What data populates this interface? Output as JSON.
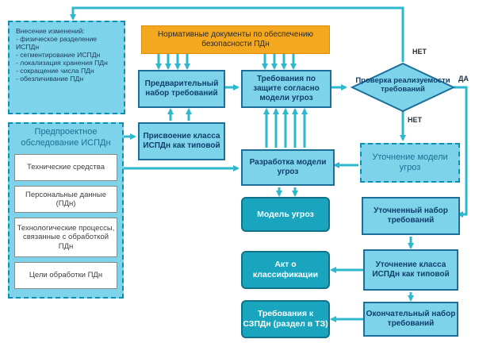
{
  "changes": {
    "title": "Внесение изменений:",
    "items": [
      "- физическое разделение ИСПДн",
      "- сегментирование ИСПДн",
      "- локализация хранения ПДн",
      "- сокращение числа ПДн",
      "- обезличивание ПДн"
    ]
  },
  "norm_docs": "Нормативные документы по обеспечению безопасности ПДн",
  "prelim_set": "Предварительный набор требований",
  "req_threat": "Требования по защите согласно модели угроз",
  "check": "Проверка реализуемости требований",
  "class_assign": "Присвоение класса ИСПДн как типовой",
  "preproject": {
    "title": "Предпроектное обследование ИСПДн",
    "items": [
      "Технические средства",
      "Персональные данные (ПДн)",
      "Технологические процессы, связанные с обработкой ПДн",
      "Цели обработки ПДн"
    ]
  },
  "threat_dev": "Разработка модели угроз",
  "threat_refine": "Уточнение модели угроз",
  "threat_model": "Модель угроз",
  "refined_set": "Уточненный набор требований",
  "class_refine": "Уточнение класса ИСПДн как типовой",
  "class_act": "Акт о классификации",
  "final_set": "Окончательный набор требований",
  "szpdn": "Требования к СЗПДн (раздел в ТЗ)",
  "labels": {
    "no1": "НЕТ",
    "yes": "ДА",
    "no2": "НЕТ"
  },
  "colors": {
    "arrow": "#2eb8cc",
    "box": "#7dd3ea",
    "dark": "#1aa5bf",
    "yellow": "#f4a81f"
  }
}
